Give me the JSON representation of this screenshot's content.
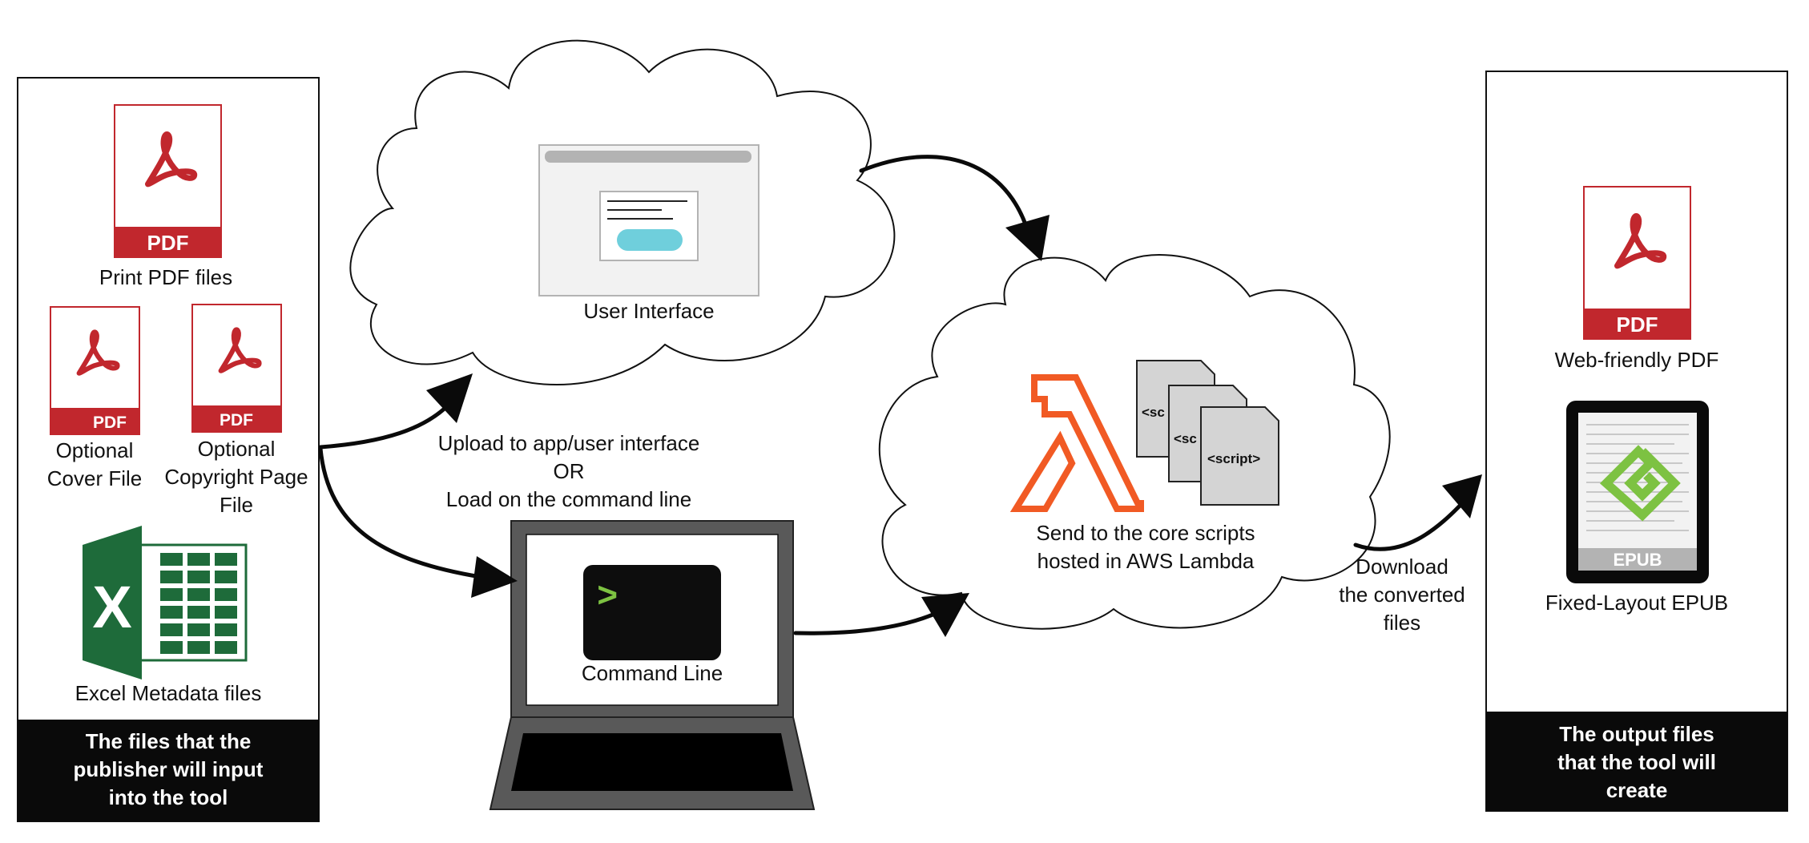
{
  "input_panel": {
    "print_pdf_label": "Print PDF files",
    "cover_label": "Optional\nCover File",
    "copyright_label": "Optional\nCopyright Page\nFile",
    "excel_label": "Excel Metadata files",
    "footer": "The files that the\npublisher will input\ninto the tool",
    "pdf_badge": "PDF"
  },
  "ui_cloud": {
    "label": "User Interface"
  },
  "cli": {
    "label": "Command Line",
    "prompt": ">"
  },
  "flow_label": "Upload to app/user interface\nOR\nLoad on the command line",
  "lambda_cloud": {
    "label": "Send to the core scripts\nhosted in AWS Lambda",
    "script_tags": [
      "<sc",
      "<sc",
      "<script>"
    ]
  },
  "download_label": "Download\nthe converted\nfiles",
  "output_panel": {
    "pdf_label": "Web-friendly PDF",
    "epub_label": "Fixed-Layout EPUB",
    "epub_badge": "EPUB",
    "footer": "The output files\nthat the tool will\ncreate"
  },
  "colors": {
    "pdf_red": "#c1272d",
    "lambda_orange": "#f15a24",
    "excel_green": "#1e6b3a",
    "epub_green": "#7dc242",
    "ui_button": "#6fcfdc",
    "panel_footer": "#0a0a0a"
  }
}
